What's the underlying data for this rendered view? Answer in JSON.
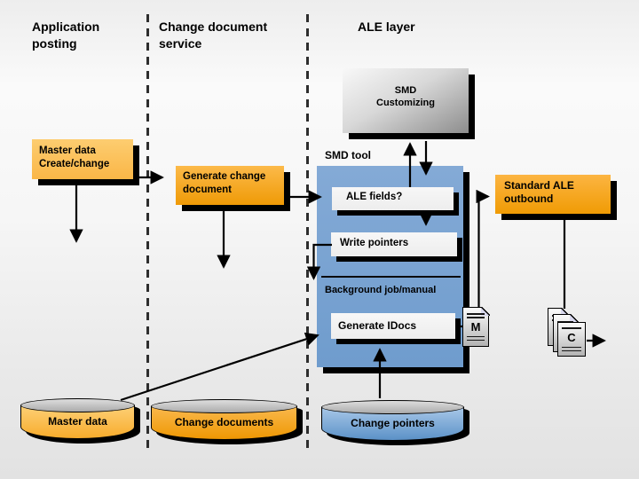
{
  "columns": [
    {
      "label": "Application posting"
    },
    {
      "label": "Change document service"
    },
    {
      "label": "ALE layer"
    }
  ],
  "nodes": {
    "master_data_box": {
      "line1": "Master data",
      "line2": "Create/change"
    },
    "generate_change_document_box": {
      "line1": "Generate change",
      "line2": "document"
    },
    "smd_customizing_box": {
      "line1": "SMD",
      "line2": "Customizing"
    },
    "smd_tool_label": "SMD tool",
    "ale_fields_box": {
      "label": "ALE fields?"
    },
    "write_pointers_box": {
      "label": "Write pointers"
    },
    "background_job_label": "Background job/manual",
    "generate_idocs_box": {
      "label": "Generate IDocs"
    },
    "standard_ale_outbound_box": {
      "line1": "Standard ALE",
      "line2": "outbound"
    }
  },
  "datastores": {
    "master_data": {
      "label": "Master data"
    },
    "change_documents": {
      "label": "Change documents"
    },
    "change_pointers": {
      "label": "Change pointers"
    }
  },
  "documents": {
    "master_idoc": {
      "label": "M"
    },
    "communication_idoc": {
      "label": "C"
    }
  },
  "colors": {
    "orange_top": "#fcba4a",
    "orange_bottom": "#ef9a06",
    "blue_panel": "#7aa4d2",
    "blue_cylinder_top": "#a9c8e8",
    "blue_cylinder_bottom": "#5b91c7",
    "gray_box_light": "#f8f8f8",
    "gray_box_dark": "#8d8d8d",
    "shadow": "#000000"
  }
}
